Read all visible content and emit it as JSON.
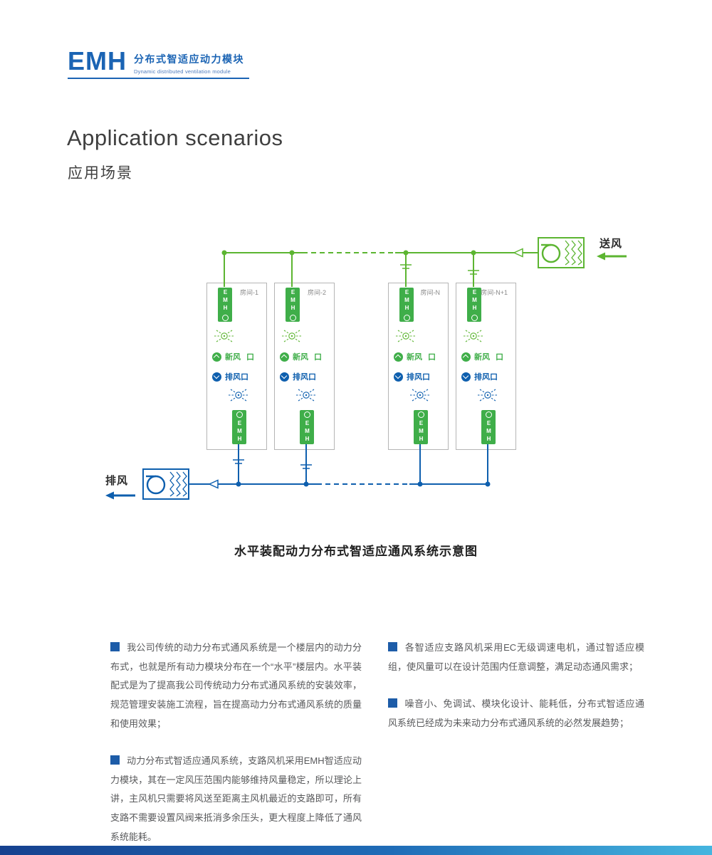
{
  "logo": {
    "name": "EMH",
    "title_cn": "分布式智适应动力模块",
    "subtitle_en": "Dynamic distributed ventilation module"
  },
  "header": {
    "title_en": "Application scenarios",
    "title_cn": "应用场景"
  },
  "diagram": {
    "supply_label": "送风",
    "exhaust_label": "排风",
    "module_label": "EMH",
    "fresh_air_label": "新风",
    "fresh_air_suffix": "口",
    "exhaust_outlet_label": "排风口",
    "rooms": [
      {
        "label": "房间-1"
      },
      {
        "label": "房间-2"
      },
      {
        "label": "房间-N"
      },
      {
        "label": "房间-N+1"
      }
    ],
    "caption": "水平装配动力分布式智适应通风系统示意图",
    "colors": {
      "supply_green": "#5cb531",
      "exhaust_blue": "#0e5fae",
      "module_green": "#3fae49"
    }
  },
  "body": {
    "left_paragraphs": [
      "我公司传统的动力分布式通风系统是一个楼层内的动力分布式，也就是所有动力模块分布在一个“水平”楼层内。水平装配式是为了提高我公司传统动力分布式通风系统的安装效率，规范管理安装施工流程，旨在提高动力分布式通风系统的质量和使用效果；",
      "动力分布式智适应通风系统，支路风机采用EMH智适应动力模块，其在一定风压范围内能够维持风量稳定，所以理论上讲，主风机只需要将风送至距离主风机最近的支路即可，所有支路不需要设置风阀来抵消多余压头，更大程度上降低了通风系统能耗。"
    ],
    "right_paragraphs": [
      "各智适应支路风机采用EC无级调速电机，通过智适应模组，使风量可以在设计范围内任意调整，满足动态通风需求；",
      "噪音小、免调试、模块化设计、能耗低，分布式智适应通风系统已经成为未来动力分布式通风系统的必然发展趋势；"
    ]
  }
}
